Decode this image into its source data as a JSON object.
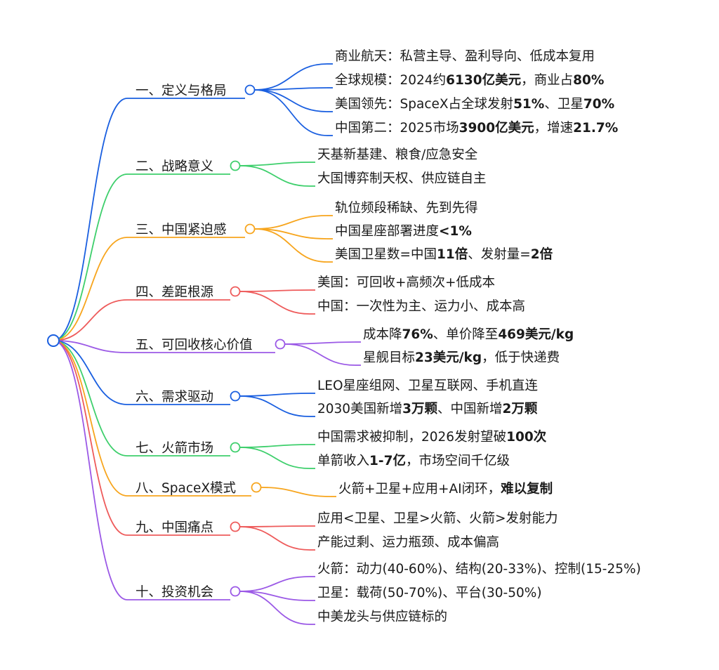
{
  "colors": {
    "blue": "#1a5fe0",
    "green": "#3ecf6c",
    "orange": "#f7a51d",
    "red": "#ee5b5b",
    "purple": "#9b59e6"
  },
  "branches": [
    {
      "name": "branch-1",
      "label": "一、定义与格局",
      "color": "blue",
      "children": [
        {
          "runs": [
            {
              "t": "商业航天：私营主导、盈利导向、低成本复用"
            }
          ]
        },
        {
          "runs": [
            {
              "t": "全球规模：2024约"
            },
            {
              "t": "6130亿美元",
              "b": true
            },
            {
              "t": "，商业占"
            },
            {
              "t": "80%",
              "b": true
            }
          ]
        },
        {
          "runs": [
            {
              "t": "美国领先：SpaceX占全球发射"
            },
            {
              "t": "51%",
              "b": true
            },
            {
              "t": "、卫星"
            },
            {
              "t": "70%",
              "b": true
            }
          ]
        },
        {
          "runs": [
            {
              "t": "中国第二：2025市场"
            },
            {
              "t": "3900亿美元",
              "b": true
            },
            {
              "t": "，增速"
            },
            {
              "t": "21.7%",
              "b": true
            }
          ]
        }
      ]
    },
    {
      "name": "branch-2",
      "label": "二、战略意义",
      "color": "green",
      "children": [
        {
          "runs": [
            {
              "t": "天基新基建、粮食/应急安全"
            }
          ]
        },
        {
          "runs": [
            {
              "t": "大国博弈制天权、供应链自主"
            }
          ]
        }
      ]
    },
    {
      "name": "branch-3",
      "label": "三、中国紧迫感",
      "color": "orange",
      "children": [
        {
          "runs": [
            {
              "t": "轨位频段稀缺、先到先得"
            }
          ]
        },
        {
          "runs": [
            {
              "t": "中国星座部署进度"
            },
            {
              "t": "<1%",
              "b": true
            }
          ]
        },
        {
          "runs": [
            {
              "t": "美国卫星数=中国"
            },
            {
              "t": "11倍",
              "b": true
            },
            {
              "t": "、发射量="
            },
            {
              "t": "2倍",
              "b": true
            }
          ]
        }
      ]
    },
    {
      "name": "branch-4",
      "label": "四、差距根源",
      "color": "red",
      "children": [
        {
          "runs": [
            {
              "t": "美国：可回收+高频次+低成本"
            }
          ]
        },
        {
          "runs": [
            {
              "t": "中国：一次性为主、运力小、成本高"
            }
          ]
        }
      ]
    },
    {
      "name": "branch-5",
      "label": "五、可回收核心价值",
      "color": "purple",
      "children": [
        {
          "runs": [
            {
              "t": "成本降"
            },
            {
              "t": "76%",
              "b": true
            },
            {
              "t": "、单价降至"
            },
            {
              "t": "469美元/kg",
              "b": true
            }
          ]
        },
        {
          "runs": [
            {
              "t": "星舰目标"
            },
            {
              "t": "23美元/kg",
              "b": true
            },
            {
              "t": "，低于快递费"
            }
          ]
        }
      ]
    },
    {
      "name": "branch-6",
      "label": "六、需求驱动",
      "color": "blue",
      "children": [
        {
          "runs": [
            {
              "t": "LEO星座组网、卫星互联网、手机直连"
            }
          ]
        },
        {
          "runs": [
            {
              "t": "2030美国新增"
            },
            {
              "t": "3万颗",
              "b": true
            },
            {
              "t": "、中国新增"
            },
            {
              "t": "2万颗",
              "b": true
            }
          ]
        }
      ]
    },
    {
      "name": "branch-7",
      "label": "七、火箭市场",
      "color": "green",
      "children": [
        {
          "runs": [
            {
              "t": "中国需求被抑制，2026发射望破"
            },
            {
              "t": "100次",
              "b": true
            }
          ]
        },
        {
          "runs": [
            {
              "t": "单箭收入"
            },
            {
              "t": "1-7亿",
              "b": true
            },
            {
              "t": "，市场空间千亿级"
            }
          ]
        }
      ]
    },
    {
      "name": "branch-8",
      "label": "八、SpaceX模式",
      "color": "orange",
      "children": [
        {
          "runs": [
            {
              "t": "火箭+卫星+应用+AI闭环，"
            },
            {
              "t": "难以复制",
              "b": true
            }
          ]
        }
      ]
    },
    {
      "name": "branch-9",
      "label": "九、中国痛点",
      "color": "red",
      "children": [
        {
          "runs": [
            {
              "t": "应用<卫星、卫星>火箭、火箭>发射能力"
            }
          ]
        },
        {
          "runs": [
            {
              "t": "产能过剩、运力瓶颈、成本偏高"
            }
          ]
        }
      ]
    },
    {
      "name": "branch-10",
      "label": "十、投资机会",
      "color": "purple",
      "children": [
        {
          "runs": [
            {
              "t": "火箭：动力(40-60%)、结构(20-33%)、控制(15-25%)"
            }
          ]
        },
        {
          "runs": [
            {
              "t": "卫星：载荷(50-70%)、平台(30-50%)"
            }
          ]
        },
        {
          "runs": [
            {
              "t": "中美龙头与供应链标的"
            }
          ]
        }
      ]
    }
  ]
}
